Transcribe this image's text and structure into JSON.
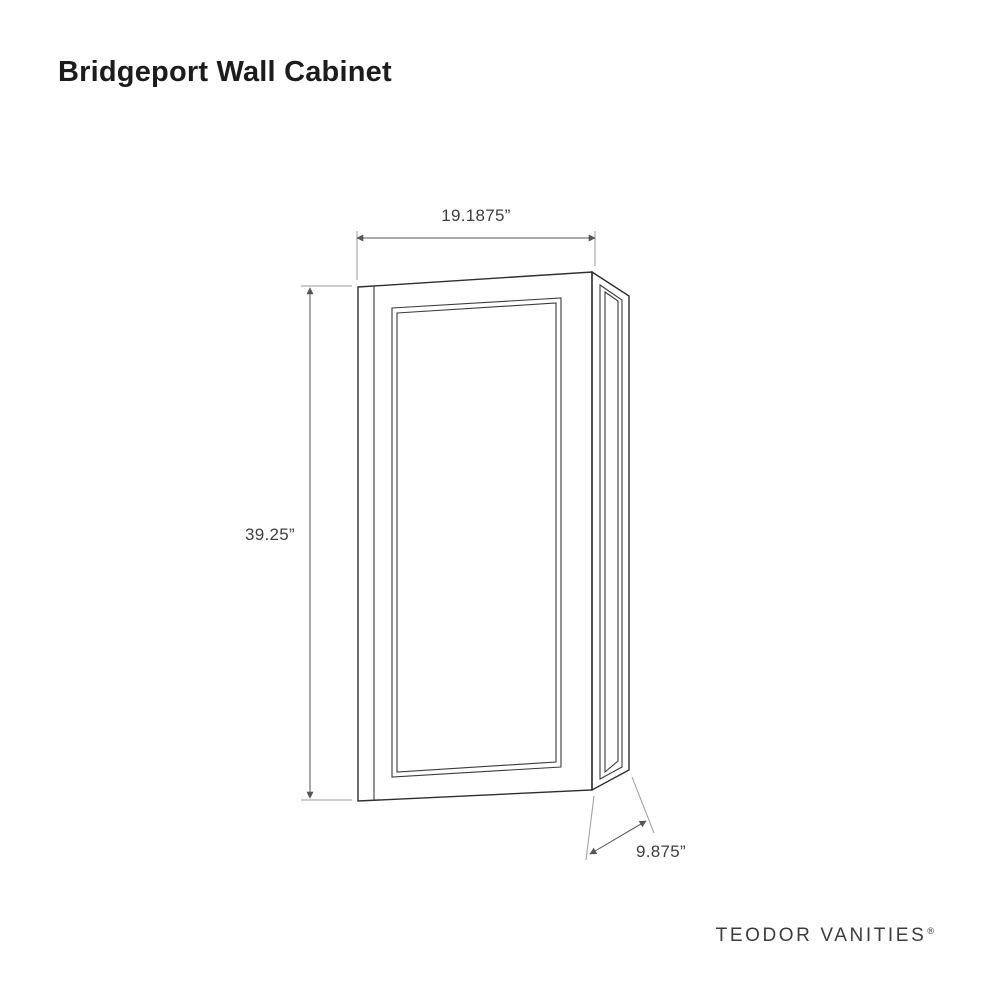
{
  "page": {
    "background": "#ffffff"
  },
  "header": {
    "title": "Bridgeport Wall Cabinet"
  },
  "diagram": {
    "product": "wall-cabinet-3quarter-view",
    "line_color": "#2e2e2e",
    "dimension_color": "#555555",
    "dimensions": {
      "width": {
        "label": "19.1875”"
      },
      "height": {
        "label": "39.25”"
      },
      "depth": {
        "label": "9.875”"
      }
    }
  },
  "footer": {
    "brand": "TEODOR VANITIES",
    "registered": "®"
  }
}
